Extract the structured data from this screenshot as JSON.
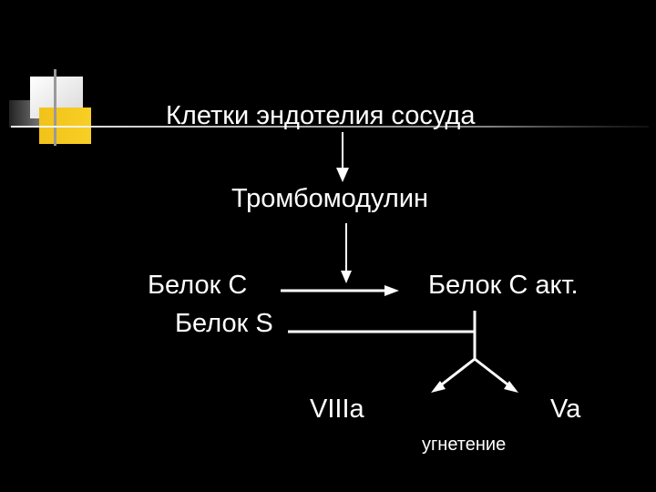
{
  "diagram": {
    "title": "Клетки эндотелия сосуда",
    "thrombomodulin": "Тромбомодулин",
    "protein_c": "Белок C",
    "protein_s": "Белок S",
    "protein_c_active": "Белок C акт.",
    "factor_viiia": "VIIIa",
    "factor_va": "Va",
    "inhibition": "угнетение"
  },
  "colors": {
    "background": "#000000",
    "text": "#ffffff",
    "accent_yellow": "#f2c21a",
    "accent_white": "#f4f4f4",
    "accent_gray": "#8a8a8a"
  }
}
